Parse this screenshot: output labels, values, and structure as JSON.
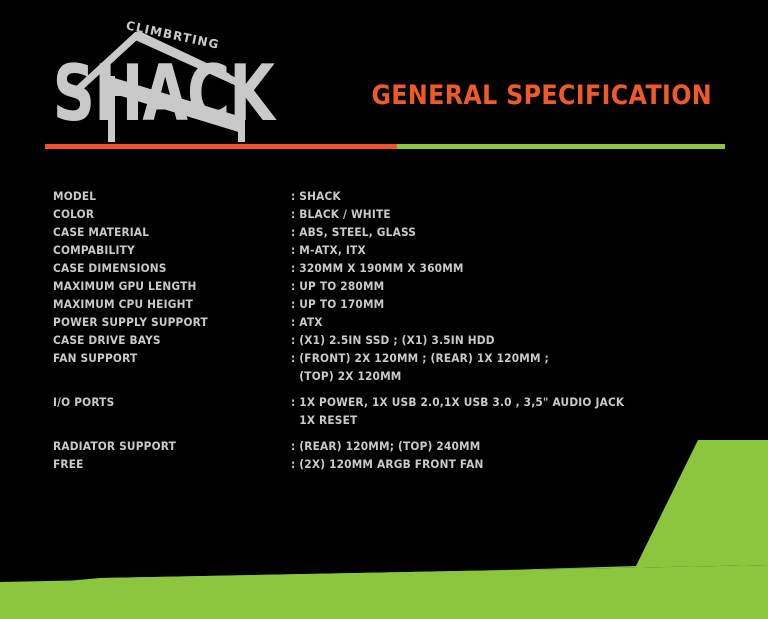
{
  "brand": {
    "logo_top_text": "CLIMBRTING",
    "logo_main_text": "SHACK",
    "logo_color": "#c9c9c9"
  },
  "header": {
    "title": "GENERAL SPECIFICATION",
    "accent_orange": "#ef5a28",
    "accent_green": "#8cc63e"
  },
  "divider": {
    "orange": "#f0522a",
    "green": "#8cc63e"
  },
  "spec": {
    "separator": ":",
    "rows": [
      {
        "label": "MODEL",
        "value": ": SHACK"
      },
      {
        "label": "COLOR",
        "value": ": BLACK / WHITE"
      },
      {
        "label": "CASE MATERIAL",
        "value": ": ABS, STEEL, GLASS"
      },
      {
        "label": "COMPABILITY",
        "value": ": M-ATX, ITX"
      },
      {
        "label": "CASE DIMENSIONS",
        "value": ": 320MM X 190MM X 360MM"
      },
      {
        "label": "MAXIMUM GPU LENGTH",
        "value": ": UP TO 280MM"
      },
      {
        "label": "MAXIMUM CPU HEIGHT",
        "value": ": UP TO 170MM"
      },
      {
        "label": "POWER SUPPLY SUPPORT",
        "value": ": ATX"
      },
      {
        "label": "CASE DRIVE BAYS",
        "value": ": (X1) 2.5IN SSD ; (X1) 3.5IN HDD"
      },
      {
        "label": "FAN SUPPORT",
        "value": ": (FRONT) 2X 120MM ; (REAR) 1X 120MM ;",
        "cont": "(TOP) 2X 120MM"
      },
      {
        "label": "I/O PORTS",
        "value": ": 1X POWER, 1X USB 2.0,1X USB 3.0 , 3,5\" AUDIO JACK",
        "cont": "1X RESET"
      },
      {
        "label": "RADIATOR SUPPORT",
        "value": ": (REAR) 120MM; (TOP) 240MM"
      },
      {
        "label": "FREE",
        "value": ": (2X) 120MM ARGB FRONT FAN"
      }
    ]
  },
  "background": {
    "page_color": "#000000",
    "shape_color": "#8cc63e"
  }
}
